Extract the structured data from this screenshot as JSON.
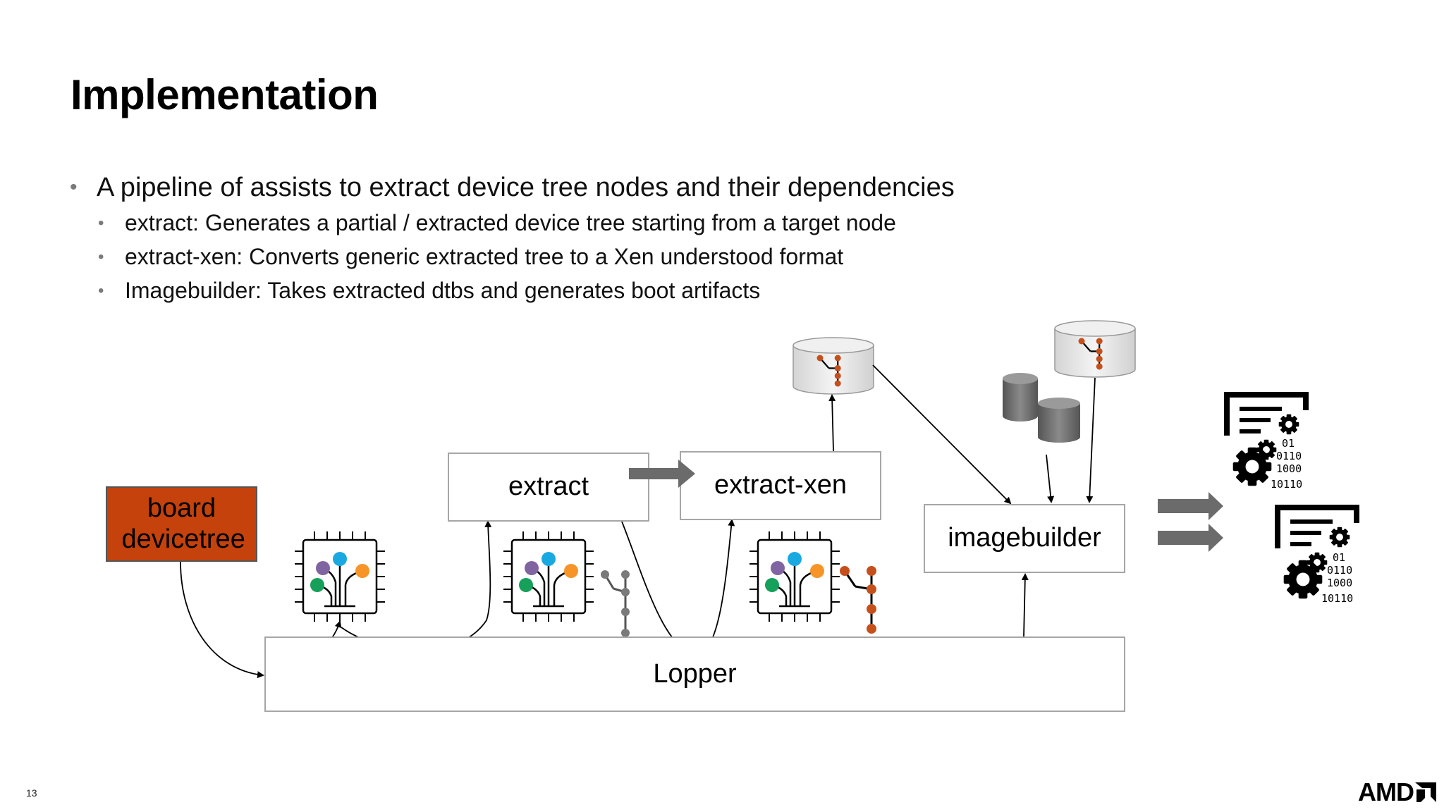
{
  "slide": {
    "title": "Implementation",
    "page_number": "13",
    "logo_text": "AMD"
  },
  "bullets": {
    "main": "A pipeline of assists to extract device tree nodes and their dependencies",
    "sub": [
      "extract: Generates a partial / extracted device tree starting from a target node",
      "extract-xen: Converts generic extracted tree to a Xen understood format",
      "Imagebuilder:  Takes extracted dtbs and generates boot artifacts"
    ]
  },
  "diagram": {
    "board_label": "board devicetree",
    "extract_label": "extract",
    "extract_xen_label": "extract-xen",
    "imagebuilder_label": "imagebuilder",
    "lopper_label": "Lopper",
    "colors": {
      "board_fill": "#c5420c",
      "node_purple": "#8064a2",
      "node_cyan": "#19a9e0",
      "node_orange": "#f79428",
      "node_green": "#16a05a",
      "dt_orange": "#c5501c",
      "arrow_gray": "#6b6b6b"
    },
    "artifact_binary": [
      "01",
      "0110",
      "1000",
      "10110"
    ]
  }
}
